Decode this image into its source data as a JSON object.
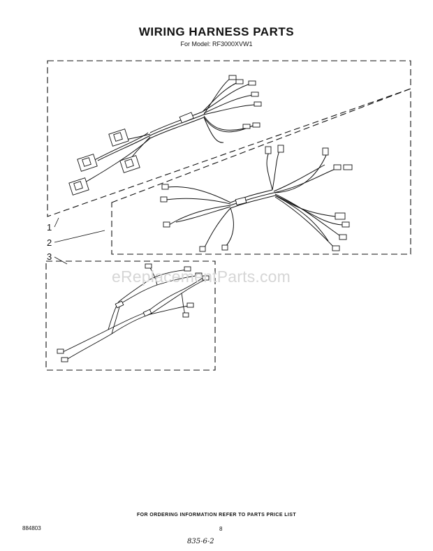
{
  "title": "WIRING HARNESS PARTS",
  "model_line": "For Model: RF3000XVW1",
  "callouts": [
    "1",
    "2",
    "3"
  ],
  "watermark": "eReplacementParts.com",
  "footer_note": "FOR ORDERING INFORMATION REFER TO PARTS PRICE LIST",
  "document_code": "884803",
  "page_number": "8",
  "handwritten_note": "835-6-2"
}
